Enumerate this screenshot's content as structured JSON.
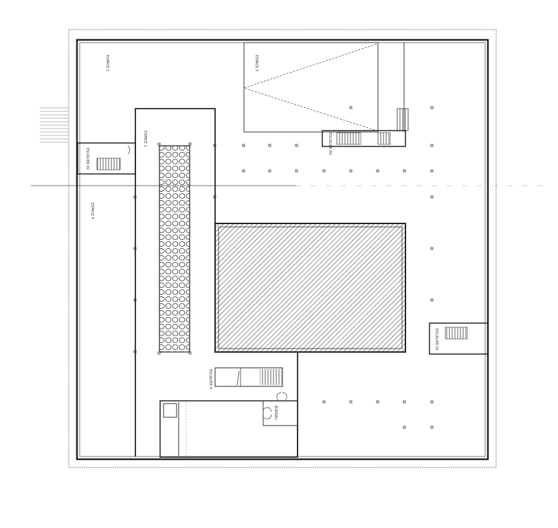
{
  "plan": {
    "labels": {
      "space_2": "ESPACE 2",
      "space_3": "ESPACE 3",
      "space_4": "ESPACE 4",
      "space_1": "ESPACE 1",
      "stair_left": "ESCALIER 02",
      "stair_top": "ESCALIER 03",
      "stair_right": "ESCALIER 01",
      "stair_middle": "ESCALIER 4",
      "office": "BUREAU"
    },
    "colors": {
      "line": "#222222",
      "hatch": "#444444",
      "background": "#ffffff"
    }
  }
}
